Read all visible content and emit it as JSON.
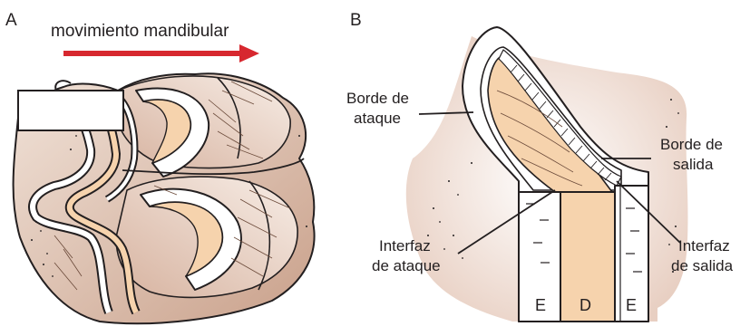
{
  "panel_a": {
    "label": "A",
    "arrow_text": "movimiento mandibular",
    "arrow_color": "#d7282f"
  },
  "panel_b": {
    "label": "B",
    "labels": {
      "leading_edge_line1": "Borde de",
      "leading_edge_line2": "ataque",
      "trailing_edge_line1": "Borde de",
      "trailing_edge_line2": "salida",
      "leading_interface_line1": "Interfaz",
      "leading_interface_line2": "de ataque",
      "trailing_interface_line1": "Interfaz",
      "trailing_interface_line2": "de salida"
    },
    "layers": [
      "E",
      "D",
      "E"
    ]
  },
  "colors": {
    "tooth_brown": "#d9b9a6",
    "tooth_light": "#f3e6dc",
    "dentin": "#f6d3ad",
    "outline": "#231f20"
  }
}
